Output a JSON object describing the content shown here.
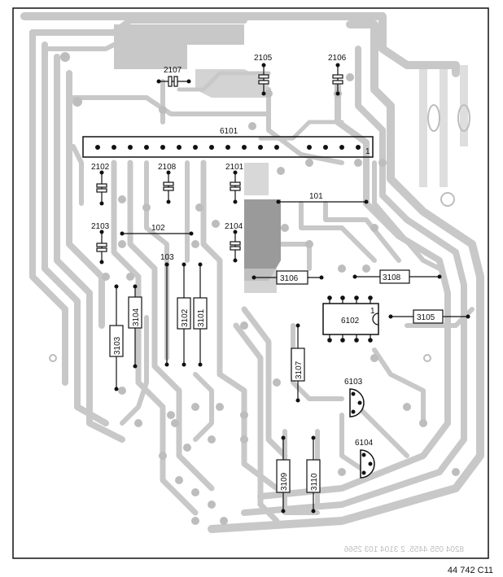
{
  "drawing_ref": "44 742 C11",
  "mirrored_board_text": "8204 055 4455. 2     3104 103 2566",
  "connector": {
    "label": "6101",
    "pin1_label": "1"
  },
  "ic": {
    "label": "6102",
    "pin1_label": "1"
  },
  "transistors": [
    {
      "label": "6103"
    },
    {
      "label": "6104"
    }
  ],
  "capacitors": [
    {
      "label": "2107"
    },
    {
      "label": "2105"
    },
    {
      "label": "2106"
    },
    {
      "label": "2102"
    },
    {
      "label": "2108"
    },
    {
      "label": "2101"
    },
    {
      "label": "2103"
    },
    {
      "label": "2104"
    }
  ],
  "jumpers": [
    {
      "label": "101"
    },
    {
      "label": "102"
    },
    {
      "label": "103"
    }
  ],
  "resistors": [
    {
      "label": "3106"
    },
    {
      "label": "3108"
    },
    {
      "label": "3105"
    },
    {
      "label": "3104"
    },
    {
      "label": "3102"
    },
    {
      "label": "3101"
    },
    {
      "label": "3103"
    },
    {
      "label": "3107"
    },
    {
      "label": "3109"
    },
    {
      "label": "3110"
    }
  ],
  "colors": {
    "copper": "#c8c8c8",
    "ink": "#111111",
    "background": "#ffffff"
  }
}
